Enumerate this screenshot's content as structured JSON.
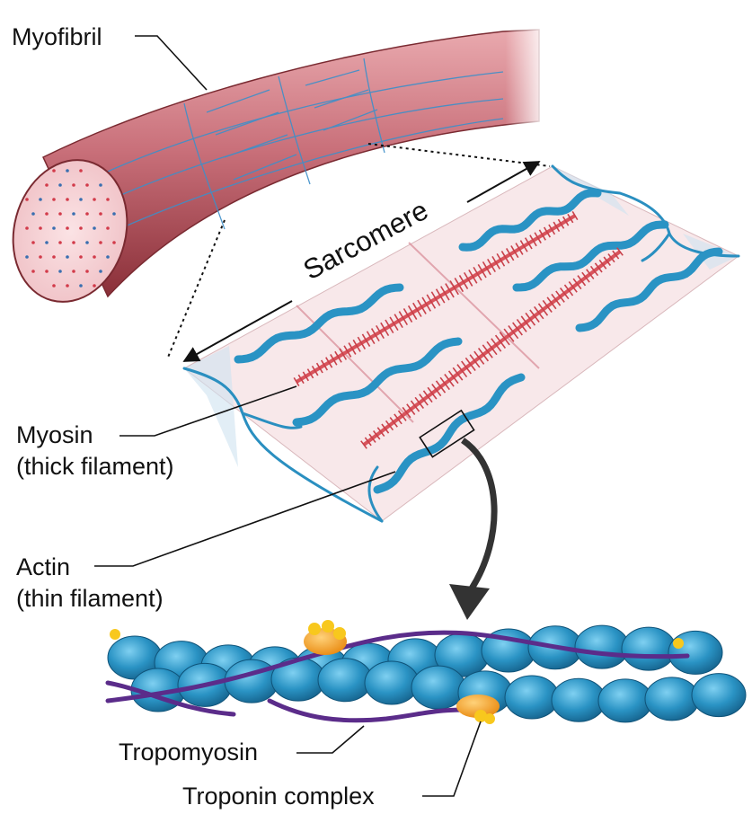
{
  "labels": {
    "myofibril": "Myofibril",
    "sarcomere": "Sarcomere",
    "myosin_line1": "Myosin",
    "myosin_line2": "(thick filament)",
    "actin_line1": "Actin",
    "actin_line2": "(thin filament)",
    "tropomyosin": "Tropomyosin",
    "troponin": "Troponin complex"
  },
  "colors": {
    "muscle_red": "#c9707a",
    "muscle_dark": "#8a2f38",
    "actin_blue": "#2a93c4",
    "actin_dark": "#15628c",
    "myosin_red": "#d9545c",
    "tropomyosin_purple": "#5b2c8a",
    "troponin_orange": "#f39a1c",
    "troponin_yellow": "#f8c81d",
    "panel_pink": "#f7e6e8"
  },
  "icons": {
    "zoom_arrow": "curved-arrow-down-icon",
    "sarcomere_span": "double-arrow-icon"
  }
}
